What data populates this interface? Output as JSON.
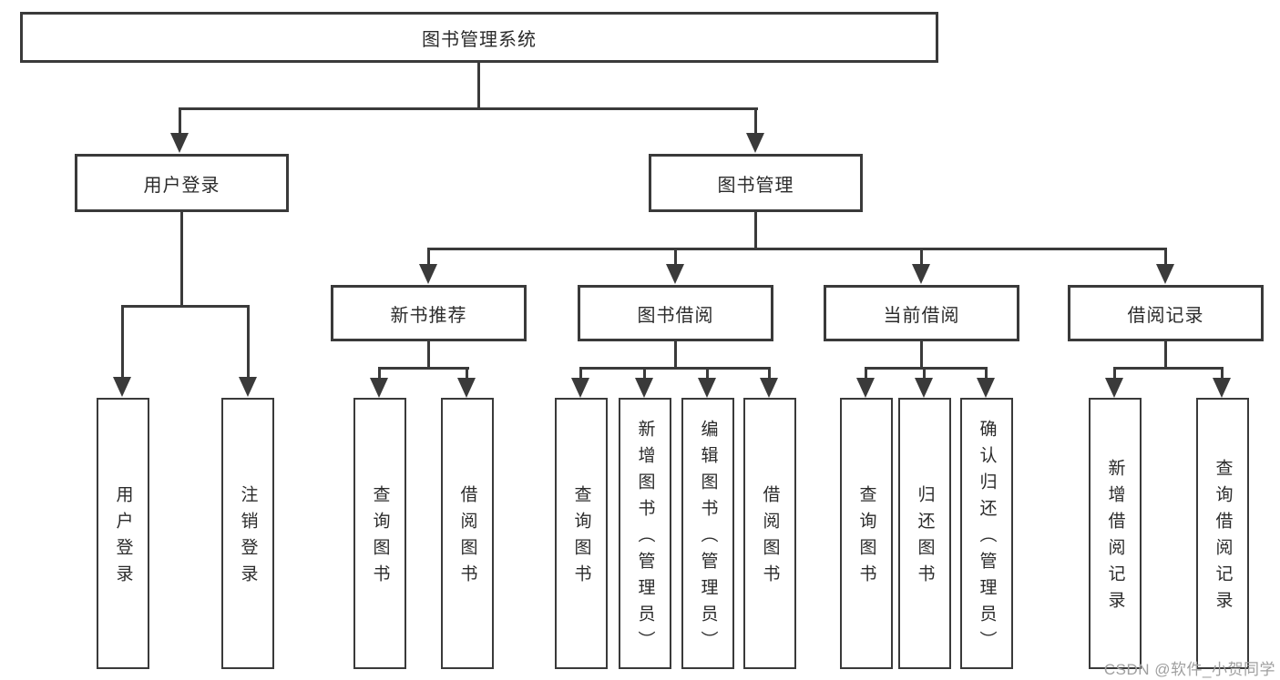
{
  "diagram_title": "图书管理系统",
  "nodes": {
    "root": {
      "label": "图书管理系统"
    },
    "user_login": {
      "label": "用户登录"
    },
    "book_mgmt": {
      "label": "图书管理"
    },
    "new_book_rec": {
      "label": "新书推荐"
    },
    "book_borrow": {
      "label": "图书借阅"
    },
    "current_borrow": {
      "label": "当前借阅"
    },
    "borrow_record": {
      "label": "借阅记录"
    },
    "leaf_login": {
      "label": "用户登录"
    },
    "leaf_logout": {
      "label": "注销登录"
    },
    "leaf_rec_query": {
      "label": "查询图书"
    },
    "leaf_rec_borrow": {
      "label": "借阅图书"
    },
    "leaf_bb_query": {
      "label": "查询图书"
    },
    "leaf_bb_add": {
      "label": "新增图书（管理员）"
    },
    "leaf_bb_edit": {
      "label": "编辑图书（管理员）"
    },
    "leaf_bb_borrow": {
      "label": "借阅图书"
    },
    "leaf_cb_query": {
      "label": "查询图书"
    },
    "leaf_cb_return": {
      "label": "归还图书"
    },
    "leaf_cb_confirm": {
      "label": "确认归还（管理员）"
    },
    "leaf_br_add": {
      "label": "新增借阅记录"
    },
    "leaf_br_query": {
      "label": "查询借阅记录"
    }
  },
  "watermark": {
    "text": "CSDN @软件_小贺同学"
  },
  "colors": {
    "line": "#3a3a3a",
    "text": "#2b2b2b",
    "wm": "#9f9f9f",
    "bg": "#ffffff"
  }
}
